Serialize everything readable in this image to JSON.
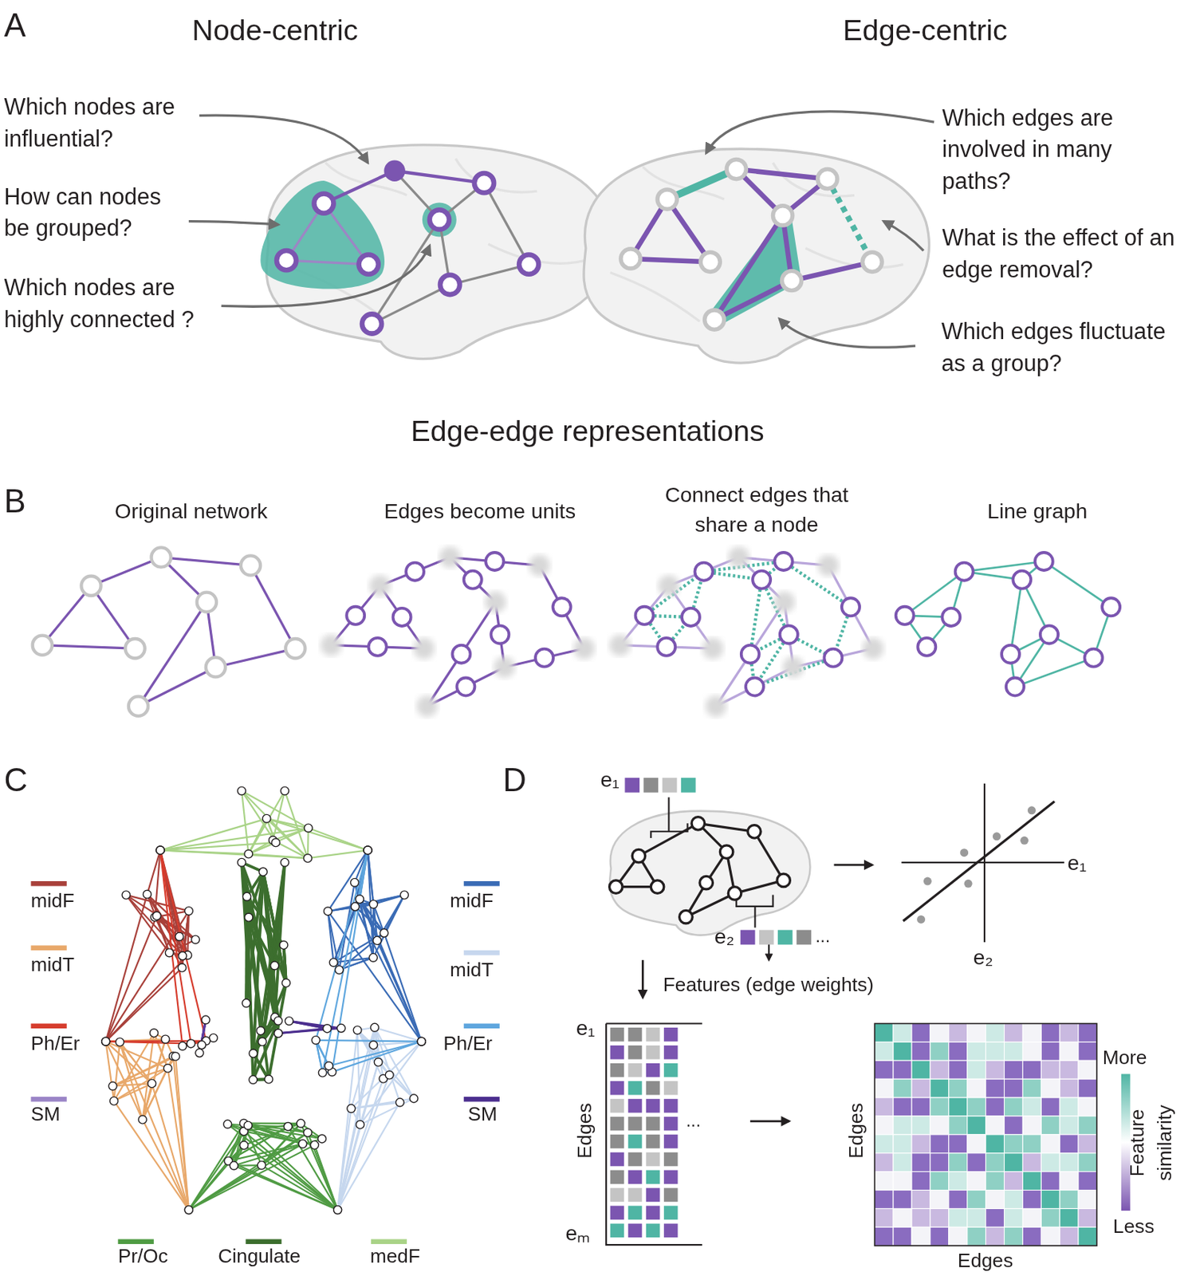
{
  "diagram": {
    "labels": [
      "A",
      "Node-centric",
      "Edge-centric",
      "Which nodes are influential?",
      "How can nodes be grouped?",
      "Which nodes are highly connected ?",
      "Which edges are involved in many paths?",
      "What is the effect of an edge removal?",
      "Which edges fluctuate as a group?",
      "Edge-edge representations",
      "B",
      "Original network",
      "Edges become units",
      "Connect edges that share a node",
      "Line graph",
      "C",
      "D",
      "e₁",
      "e₂",
      "...",
      "e₁",
      "e₂",
      "Features (edge weights)",
      "e₁",
      "eₘ",
      "Edges",
      "...",
      "Edges",
      "Edges",
      "More",
      "Feature similarity",
      "Less"
    ],
    "legend": [
      {
        "text": "midF",
        "color": "#a8403a"
      },
      {
        "text": "midT",
        "color": "#e8a86a"
      },
      {
        "text": "Ph/Er",
        "color": "#d63c2d"
      },
      {
        "text": "SM",
        "color": "#9b85c7"
      },
      {
        "text": "midF",
        "color": "#3a6bb5"
      },
      {
        "text": "midT",
        "color": "#c6d7ee"
      },
      {
        "text": "Ph/Er",
        "color": "#5ea6de"
      },
      {
        "text": "SM",
        "color": "#4c2f8f"
      },
      {
        "text": "Pr/Oc",
        "color": "#4f9b43"
      },
      {
        "text": "Cingulate",
        "color": "#3c6e2e"
      },
      {
        "text": "medF",
        "color": "#a9d387"
      }
    ]
  }
}
